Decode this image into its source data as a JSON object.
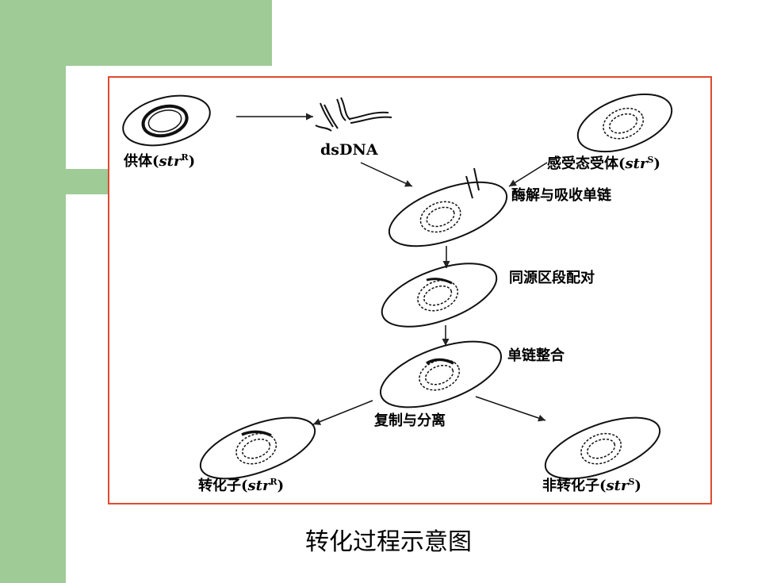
{
  "labels": {
    "donor": "供体(",
    "donor_gene": "str",
    "donor_sup": "R",
    "close": ")",
    "dsdna": "dsDNA",
    "recipient": "感受态受体(",
    "recipient_gene": "str",
    "recipient_sup": "S",
    "step1": "酶解与吸收单链",
    "step2": "同源区段配对",
    "step3": "单链整合",
    "step4": "复制与分离",
    "transformant": "转化子(",
    "transformant_gene": "str",
    "transformant_sup": "R",
    "nontransformant": "非转化子(",
    "nontransformant_gene": "str",
    "nontransformant_sup": "S"
  },
  "caption": "转化过程示意图",
  "colors": {
    "green": "#9ecb96",
    "frame": "#e04a2f"
  }
}
